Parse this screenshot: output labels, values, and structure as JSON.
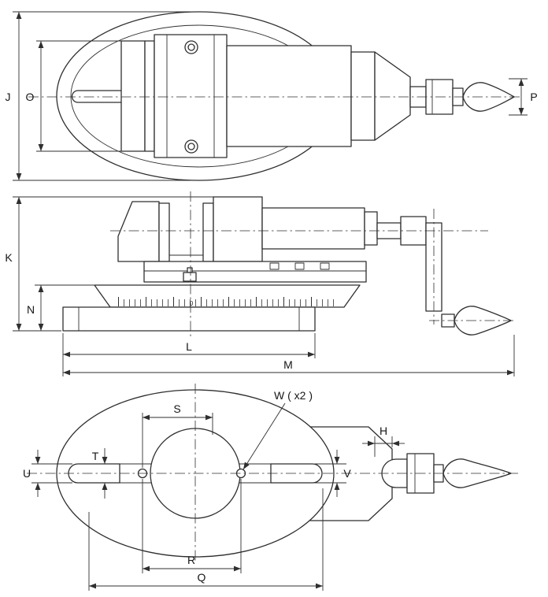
{
  "drawing": {
    "top_view": {
      "dims": {
        "J": "J",
        "O": "O",
        "P": "P"
      }
    },
    "side_view": {
      "dims": {
        "K": "K",
        "N": "N",
        "L": "L",
        "M": "M"
      },
      "scale_zero": "0"
    },
    "bottom_view": {
      "dims": {
        "S": "S",
        "W": "W ( x2 )",
        "H": "H",
        "U": "U",
        "T": "T",
        "V": "V",
        "R": "R",
        "Q": "Q"
      }
    }
  },
  "colors": {
    "line": "#2f2f2f",
    "background": "#ffffff"
  }
}
